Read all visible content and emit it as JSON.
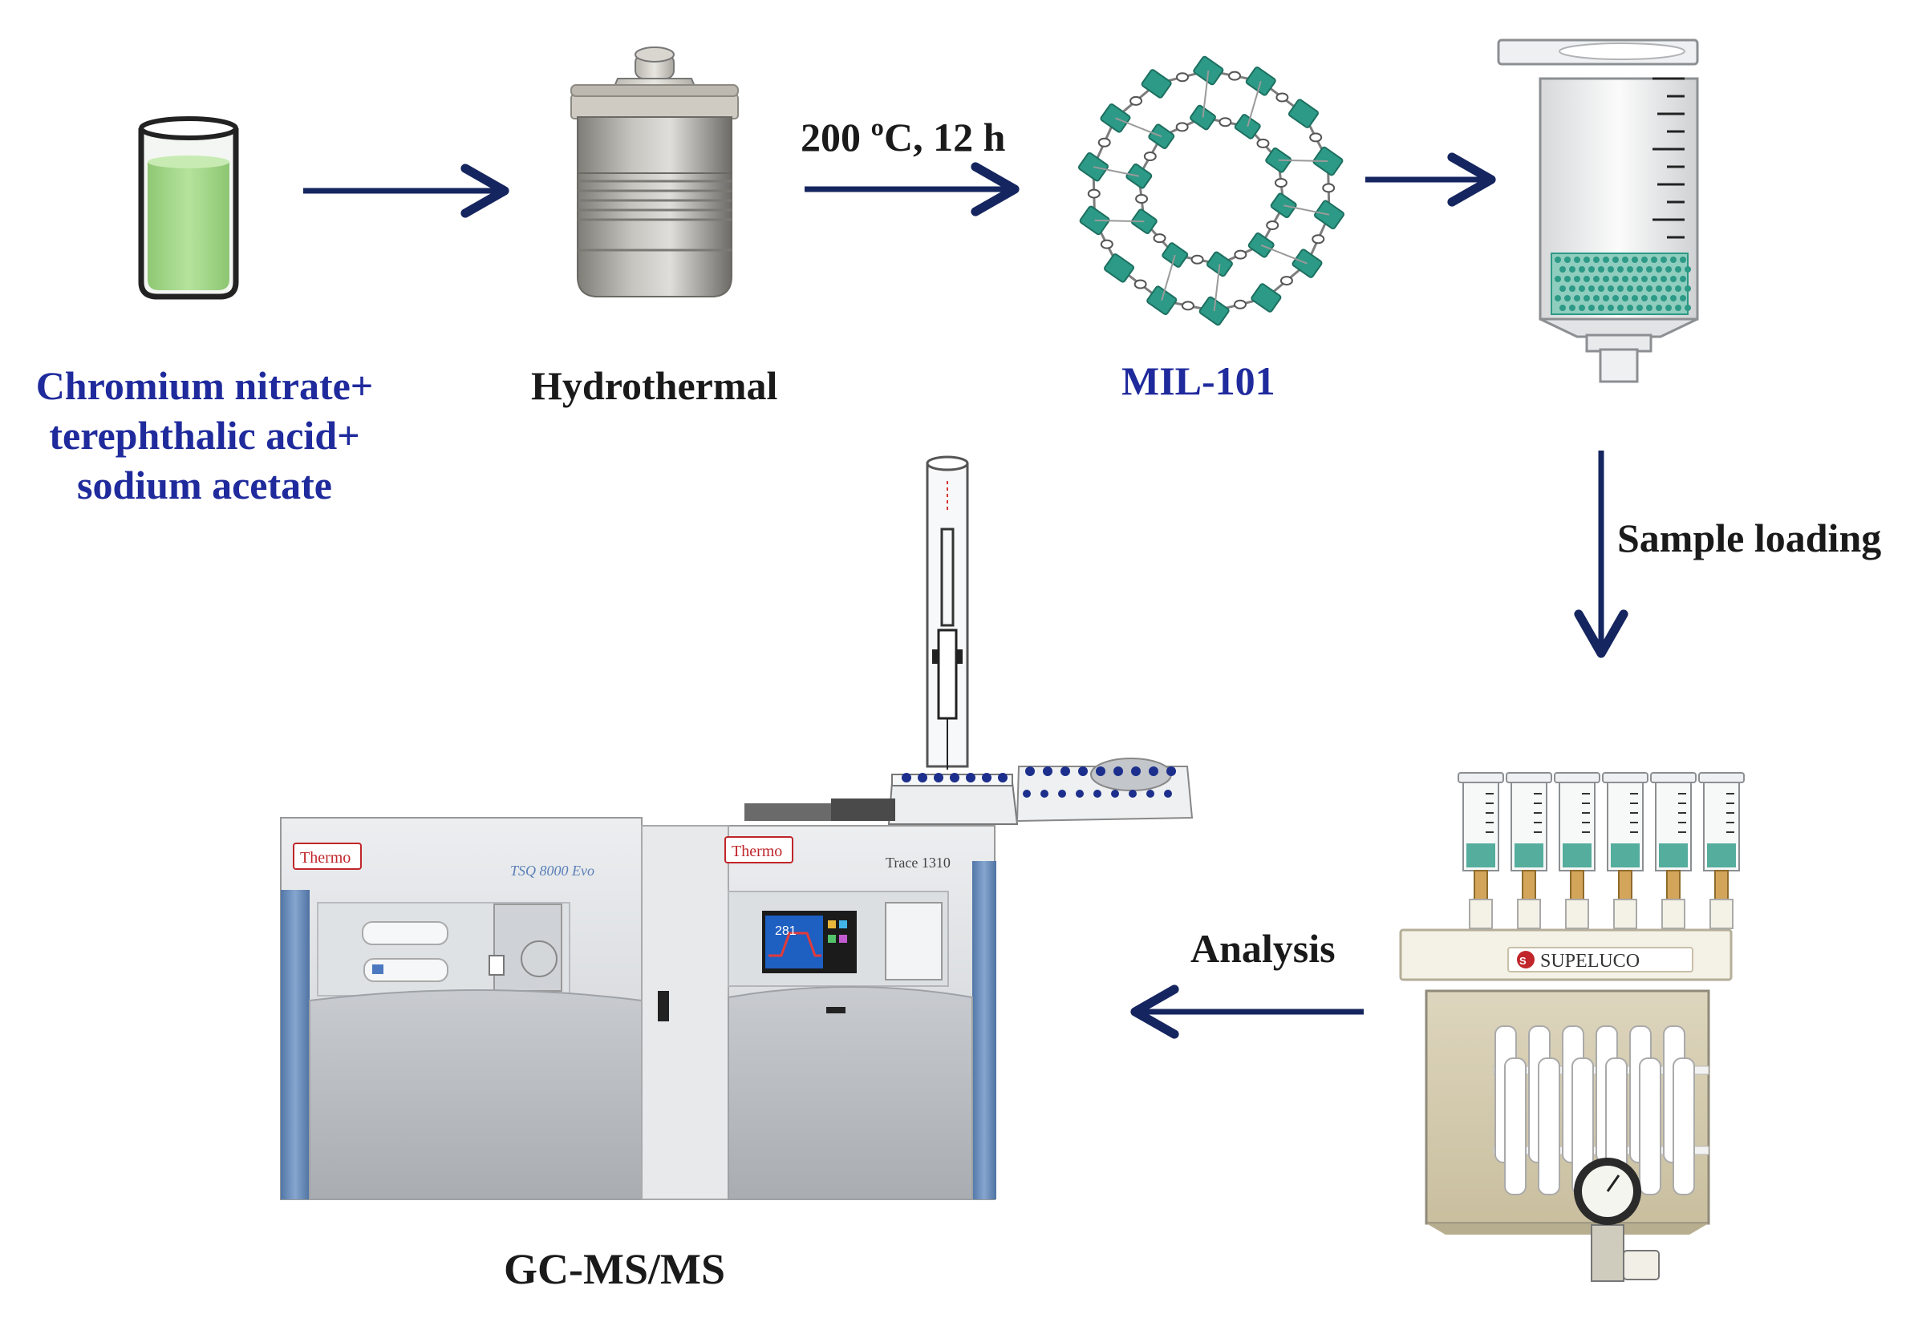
{
  "colors": {
    "arrow": "#15255f",
    "reagent_text": "#1f2a9c",
    "label_text": "#1a1a1a",
    "mof_node": "#2c9a86",
    "solution": "#a9d98b",
    "instrument_panel": "#d9dcdf",
    "instrument_side": "#6f93bf",
    "brand_red": "#c0262b"
  },
  "steps": {
    "reagents": {
      "lines": [
        "Chromium nitrate+",
        "terephthalic acid+",
        "sodium acetate"
      ]
    },
    "hydrothermal": {
      "label": "Hydrothermal"
    },
    "condition": {
      "label": "200 ºC, 12 h"
    },
    "mof": {
      "label": "MIL-101"
    },
    "loading": {
      "label": "Sample loading"
    },
    "analysis": {
      "label": "Analysis"
    },
    "instrument": {
      "label": "GC-MS/MS"
    }
  },
  "instrument_text": {
    "brand_left": "Thermo",
    "model_left": "TSQ 8000 Evo",
    "brand_right": "Thermo",
    "model_right": "Trace 1310",
    "screen_value": "281"
  },
  "manifold": {
    "brand": "SUPELUCO"
  },
  "icons": [
    "beaker-icon",
    "autoclave-icon",
    "mof-structure-icon",
    "spe-cartridge-icon",
    "spe-manifold-icon",
    "gc-msms-instrument-icon"
  ]
}
